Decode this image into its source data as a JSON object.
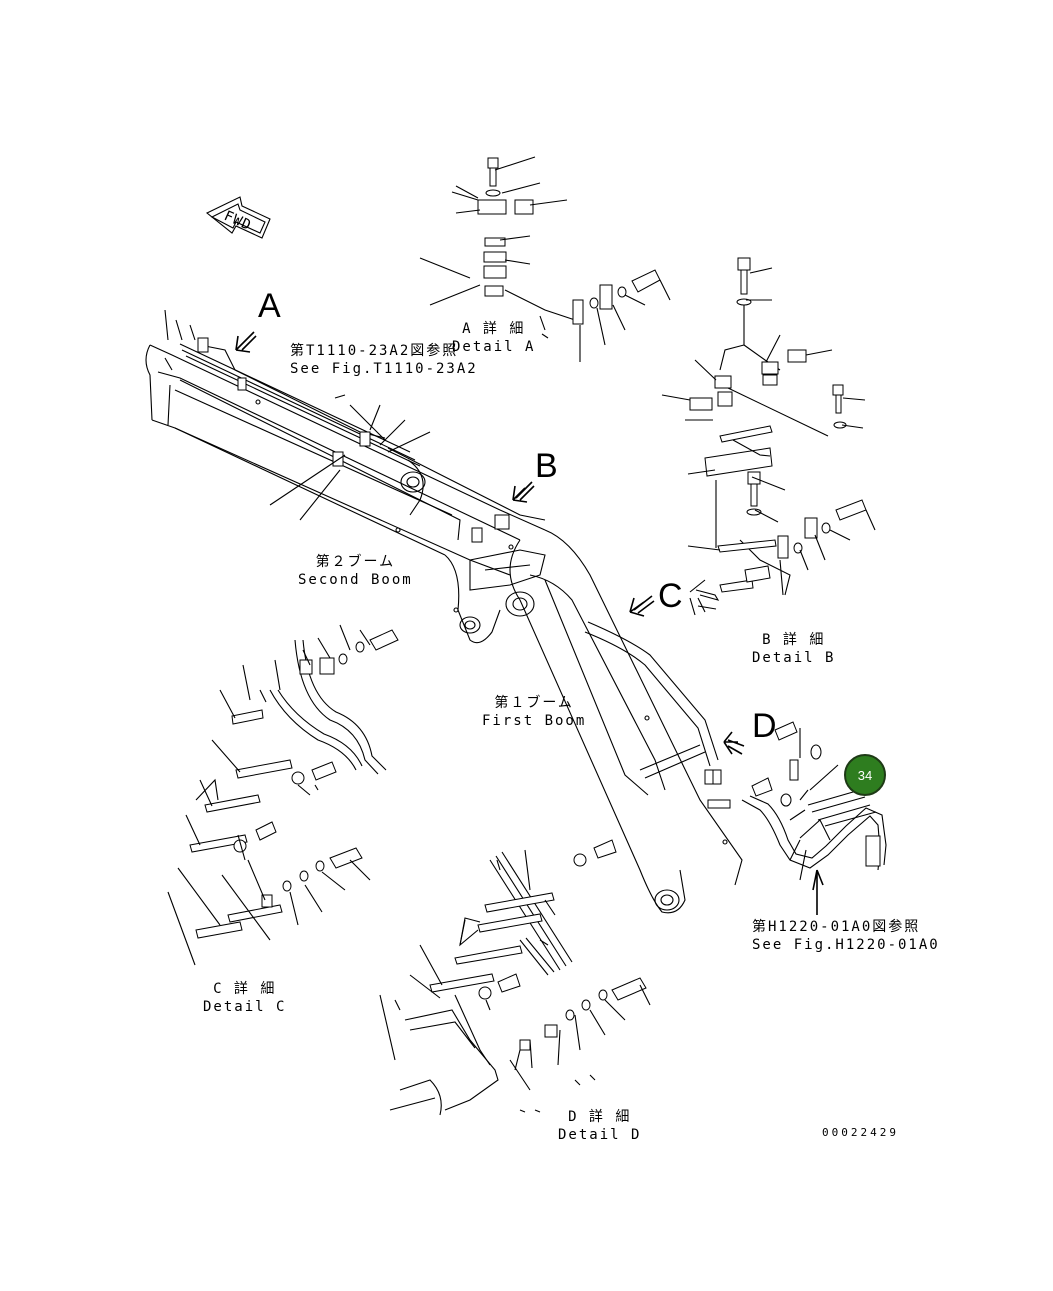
{
  "labels": {
    "detail_a_jp": "A 詳 細",
    "detail_a_en": "Detail A",
    "detail_b_jp": "B 詳 細",
    "detail_b_en": "Detail B",
    "detail_c_jp": "C 詳 細",
    "detail_c_en": "Detail C",
    "detail_d_jp": "D 詳 細",
    "detail_d_en": "Detail D",
    "ref_top_jp": "第T1110-23A2図参照",
    "ref_top_en": "See Fig.T1110-23A2",
    "second_boom_jp": "第２ブーム",
    "second_boom_en": "Second Boom",
    "first_boom_jp": "第１ブーム",
    "first_boom_en": "First Boom",
    "ref_bottom_jp": "第H1220-01A0図参照",
    "ref_bottom_en": "See Fig.H1220-01A0",
    "drawing_number": "00022429",
    "fwd": "FWD"
  },
  "view_letters": {
    "a": "A",
    "b": "B",
    "c": "C",
    "d": "D"
  },
  "callout": {
    "number": "34",
    "fill_color": "#2e7d1f"
  },
  "colors": {
    "line": "#000000",
    "background": "#ffffff"
  }
}
